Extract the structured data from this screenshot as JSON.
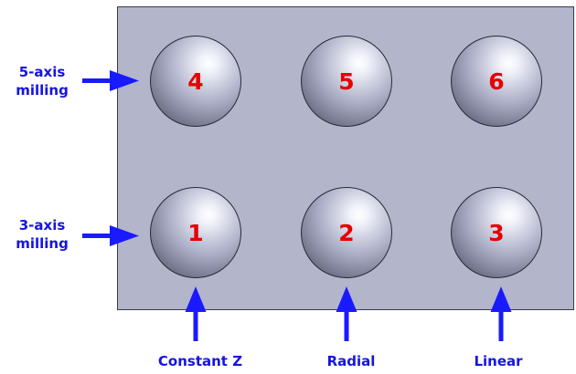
{
  "rows": [
    {
      "id": "five-axis",
      "line1": "5-axis",
      "line2": "milling"
    },
    {
      "id": "three-axis",
      "line1": "3-axis",
      "line2": "milling"
    }
  ],
  "columns": [
    {
      "id": "constant-z",
      "label": "Constant Z"
    },
    {
      "id": "radial",
      "label": "Radial"
    },
    {
      "id": "linear",
      "label": "Linear"
    }
  ],
  "spheres": {
    "top": [
      "4",
      "5",
      "6"
    ],
    "bottom": [
      "1",
      "2",
      "3"
    ]
  },
  "colors": {
    "plate": "#b3b5cb",
    "label": "#1515e0",
    "number": "#e60000",
    "arrow": "#1a1aff"
  }
}
